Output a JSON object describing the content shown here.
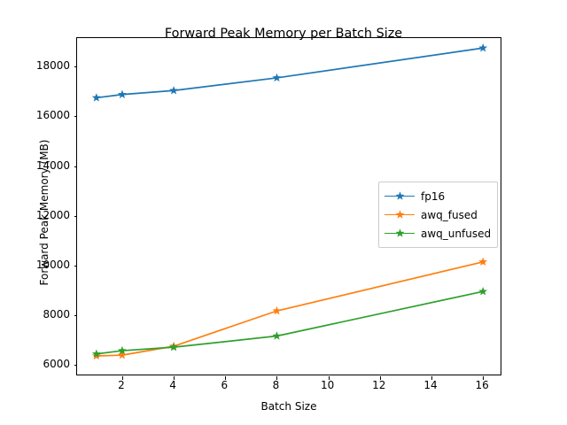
{
  "chart_data": {
    "type": "line",
    "title": "Forward Peak Memory per Batch Size",
    "xlabel": "Batch Size",
    "ylabel": "Forward Peak Memory (MB)",
    "x": [
      1,
      2,
      4,
      8,
      16
    ],
    "xlim": [
      0.25,
      16.75
    ],
    "ylim": [
      5550,
      19150
    ],
    "xticks": [
      2,
      4,
      6,
      8,
      10,
      12,
      14,
      16
    ],
    "xtick_labels": [
      "2",
      "4",
      "6",
      "8",
      "10",
      "12",
      "14",
      "16"
    ],
    "yticks": [
      6000,
      8000,
      10000,
      12000,
      14000,
      16000,
      18000
    ],
    "ytick_labels": [
      "6000",
      "8000",
      "10000",
      "12000",
      "14000",
      "16000",
      "18000"
    ],
    "grid": false,
    "legend_position": "center right",
    "marker": "star",
    "series": [
      {
        "name": "fp16",
        "color": "#1f77b4",
        "values": [
          16750,
          16880,
          17040,
          17550,
          18750
        ]
      },
      {
        "name": "awq_fused",
        "color": "#ff7f0e",
        "values": [
          6370,
          6400,
          6760,
          8180,
          10150
        ]
      },
      {
        "name": "awq_unfused",
        "color": "#2ca02c",
        "values": [
          6450,
          6580,
          6720,
          7170,
          8960
        ]
      }
    ]
  }
}
